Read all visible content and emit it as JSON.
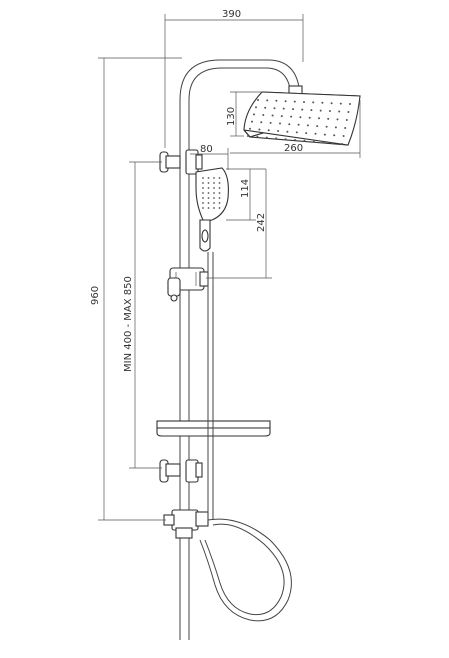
{
  "dimensions": {
    "overall_width": "390",
    "total_height": "960",
    "head_height": "130",
    "head_width": "260",
    "hand_offset": "80",
    "hand_height": "114",
    "hand_to_slider": "242",
    "slide_range": "MIN 400 - MAX 850"
  },
  "colors": {
    "line": "#444444",
    "background": "#ffffff"
  }
}
